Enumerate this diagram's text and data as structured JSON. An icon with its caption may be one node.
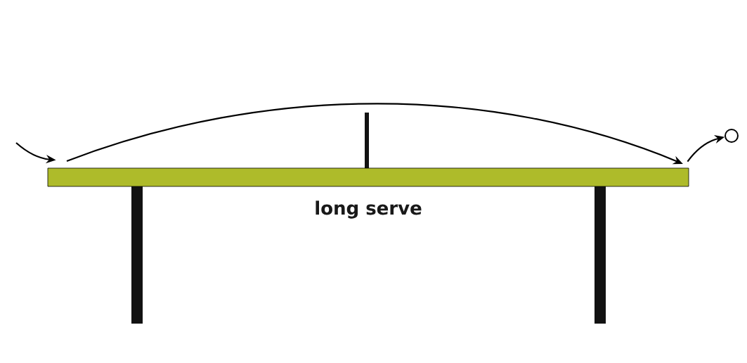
{
  "diagram": {
    "nodes": [
      {
        "text": [],
        "shape": "bar"
      },
      {
        "text": [],
        "shape": "circle"
      }
    ],
    "edges": [
      {
        "from": null,
        "to": 0,
        "arrow": "to"
      },
      {
        "from": 0,
        "to": 1,
        "arrow": "to"
      }
    ],
    "labels": [
      "long serve"
    ]
  }
}
